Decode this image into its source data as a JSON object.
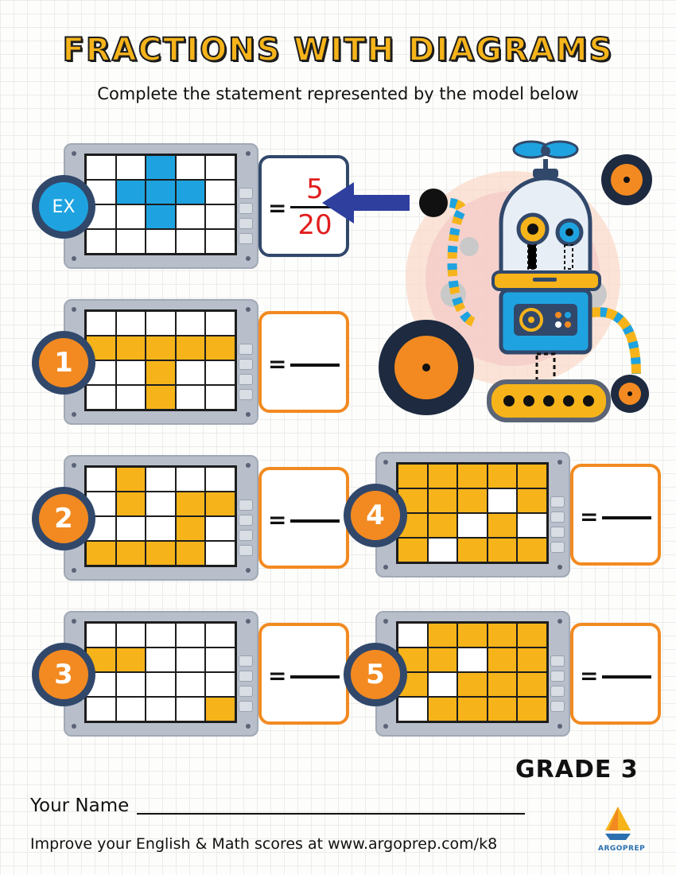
{
  "title": "FRACTIONS WITH DIAGRAMS",
  "subtitle": "Complete the statement represented by the model below",
  "equals_sign": "=",
  "grade": "GRADE 3",
  "name_label": "Your Name",
  "footer": "Improve your English & Math scores at www.argoprep.com/k8",
  "logo_text": "ARGOPREP",
  "colors": {
    "accent": "#f6b41a",
    "example_fill": "#1ea3e0",
    "badge": "#f28a21",
    "panel": "#b8bfcb",
    "navy": "#31486b"
  },
  "example": {
    "badge": "EX",
    "numerator": "5",
    "denominator": "20",
    "grid": [
      [
        0,
        0,
        1,
        0,
        0
      ],
      [
        0,
        1,
        1,
        1,
        0
      ],
      [
        0,
        0,
        1,
        0,
        0
      ],
      [
        0,
        0,
        0,
        0,
        0
      ]
    ]
  },
  "problems": [
    {
      "badge": "1",
      "grid": [
        [
          0,
          0,
          0,
          0,
          0
        ],
        [
          1,
          1,
          1,
          1,
          1
        ],
        [
          0,
          0,
          1,
          0,
          0
        ],
        [
          0,
          0,
          1,
          0,
          0
        ]
      ]
    },
    {
      "badge": "2",
      "grid": [
        [
          0,
          1,
          0,
          0,
          0
        ],
        [
          0,
          1,
          0,
          1,
          1
        ],
        [
          0,
          0,
          0,
          1,
          0
        ],
        [
          1,
          1,
          1,
          1,
          0
        ]
      ]
    },
    {
      "badge": "3",
      "grid": [
        [
          0,
          0,
          0,
          0,
          0
        ],
        [
          1,
          1,
          0,
          0,
          0
        ],
        [
          0,
          0,
          0,
          0,
          0
        ],
        [
          0,
          0,
          0,
          0,
          1
        ]
      ]
    },
    {
      "badge": "4",
      "grid": [
        [
          1,
          1,
          1,
          1,
          1
        ],
        [
          1,
          1,
          1,
          0,
          1
        ],
        [
          1,
          1,
          0,
          1,
          0
        ],
        [
          1,
          0,
          1,
          1,
          1
        ]
      ]
    },
    {
      "badge": "5",
      "grid": [
        [
          0,
          1,
          1,
          1,
          1
        ],
        [
          1,
          1,
          0,
          1,
          1
        ],
        [
          1,
          0,
          1,
          1,
          1
        ],
        [
          0,
          1,
          1,
          1,
          1
        ]
      ]
    }
  ]
}
